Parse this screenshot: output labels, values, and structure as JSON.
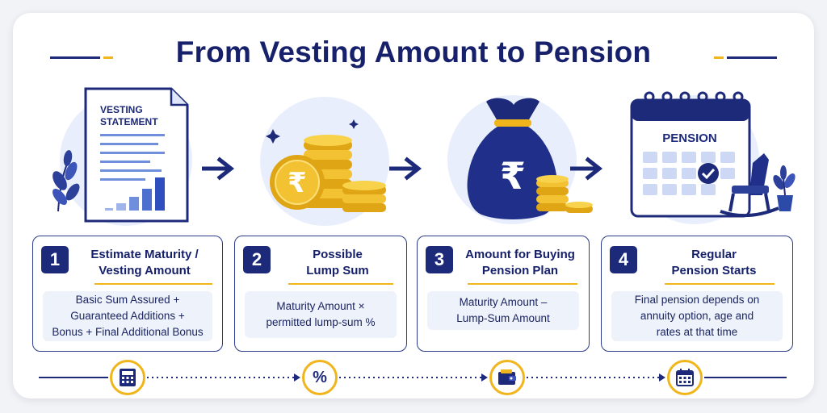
{
  "title": "From Vesting Amount to Pension",
  "illustrations": {
    "statement_label_line1": "VESTING",
    "statement_label_line2": "STATEMENT",
    "rupee_symbol": "₹",
    "calendar_label": "PENSION"
  },
  "steps": [
    {
      "number": "1",
      "title": "Estimate Maturity /\nVesting Amount",
      "formula": "Basic Sum Assured +\nGuaranteed Additions +\nBonus + Final Additional Bonus"
    },
    {
      "number": "2",
      "title": "Possible\nLump Sum",
      "formula": "Maturity Amount ×\npermitted lump-sum %"
    },
    {
      "number": "3",
      "title": "Amount for Buying\nPension Plan",
      "formula": "Maturity Amount –\nLump-Sum Amount"
    },
    {
      "number": "4",
      "title": "Regular\nPension Starts",
      "formula": "Final pension depends on\nannuity option, age and\nrates at that time"
    }
  ],
  "timeline": {
    "icons": [
      "calculator-icon",
      "percent-icon",
      "wallet-icon",
      "calendar-icon"
    ],
    "percent_symbol": "%"
  },
  "colors": {
    "navy": "#1d2a7a",
    "gold": "#f1b51c",
    "light_blue": "#e8eefb"
  }
}
